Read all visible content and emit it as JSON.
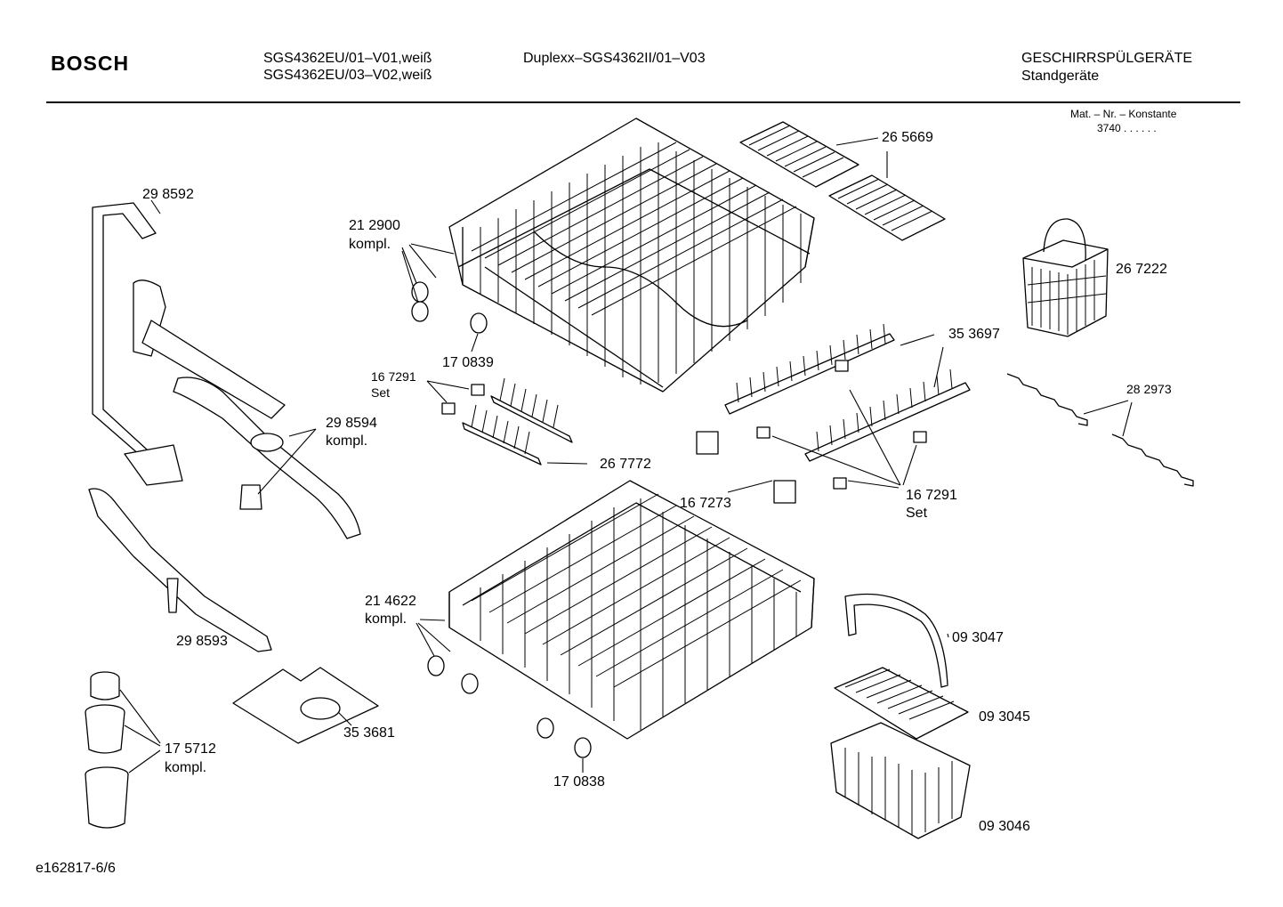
{
  "header": {
    "brand": "BOSCH",
    "model_line1": "SGS4362EU/01–V01,weiß",
    "model_line2": "SGS4362EU/03–V02,weiß",
    "variant": "Duplexx–SGS4362II/01–V03",
    "category_line1": "GESCHIRRSPÜLGERÄTE",
    "category_line2": "Standgeräte",
    "mat_label": "Mat. – Nr. – Konstante",
    "mat_value": "3740  .  .   .  .  .  ."
  },
  "parts": {
    "p298592": "29 8592",
    "p212900": "21 2900",
    "p212900_sub": "kompl.",
    "p170839": "17 0839",
    "p265669": "26 5669",
    "p267222": "26 7222",
    "p353697": "35 3697",
    "p282973": "28 2973",
    "p167291a": "16 7291",
    "p167291a_sub": "Set",
    "p298594": "29 8594",
    "p298594_sub": "kompl.",
    "p267772": "26 7772",
    "p167273": "16 7273",
    "p167291b": "16 7291",
    "p167291b_sub": "Set",
    "p214622": "21 4622",
    "p214622_sub": "kompl.",
    "p298593": "29 8593",
    "p093047": "09 3047",
    "p093045": "09 3045",
    "p353681": "35 3681",
    "p175712": "17 5712",
    "p175712_sub": "kompl.",
    "p170838": "17 0838",
    "p093046": "09 3046"
  },
  "footer": {
    "code": "e162817-6/6"
  }
}
